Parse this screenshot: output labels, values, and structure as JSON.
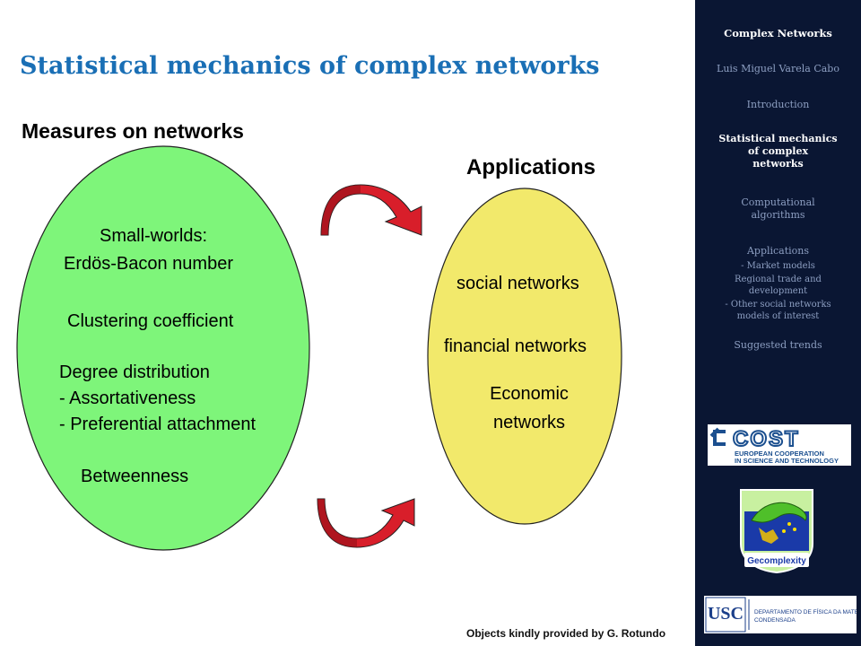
{
  "slide": {
    "title": "Statistical mechanics of complex networks",
    "left_heading": "Measures on networks",
    "right_heading": "Applications",
    "footer": "Objects kindly provided by G. Rotundo"
  },
  "measures": {
    "small_worlds": "Small-worlds:",
    "erdos_bacon": "Erdös-Bacon number",
    "clustering": "Clustering coefficient",
    "degree": "Degree distribution",
    "assortativeness": "- Assortativeness",
    "preferential": "- Preferential attachment",
    "betweenness": "Betweenness"
  },
  "applications": {
    "social": "social networks",
    "financial": "financial networks",
    "economic_1": "Economic",
    "economic_2": "networks"
  },
  "colors": {
    "title": "#1a6fb5",
    "left_ellipse": "#7ef57a",
    "right_ellipse": "#f2e96b",
    "arrow": "#d81e2a",
    "sidebar": "#0a1633"
  },
  "sidebar": {
    "header": "Complex Networks",
    "author": "Luis Miguel Varela Cabo",
    "items": [
      {
        "label": "Introduction"
      },
      {
        "label_1": "Statistical mechanics",
        "label_2": "of complex",
        "label_3": "networks"
      },
      {
        "label_1": "Computational",
        "label_2": "algorithms"
      },
      {
        "label": "Applications"
      },
      {
        "label": "- Market models"
      },
      {
        "label_1": "Regional trade and",
        "label_2": "development"
      },
      {
        "label_1": "- Other social networks",
        "label_2": "models of interest"
      },
      {
        "label": "Suggested trends"
      }
    ]
  },
  "logos": {
    "cost_word": "COST",
    "cost_line1": "EUROPEAN COOPERATION",
    "cost_line2": "IN SCIENCE AND TECHNOLOGY",
    "geco_label": "Gecomplexity",
    "usc_abbr": "USC",
    "usc_line1": "DEPARTAMENTO DE FÍSICA DA MATERIA",
    "usc_line2": "CONDENSADA"
  }
}
